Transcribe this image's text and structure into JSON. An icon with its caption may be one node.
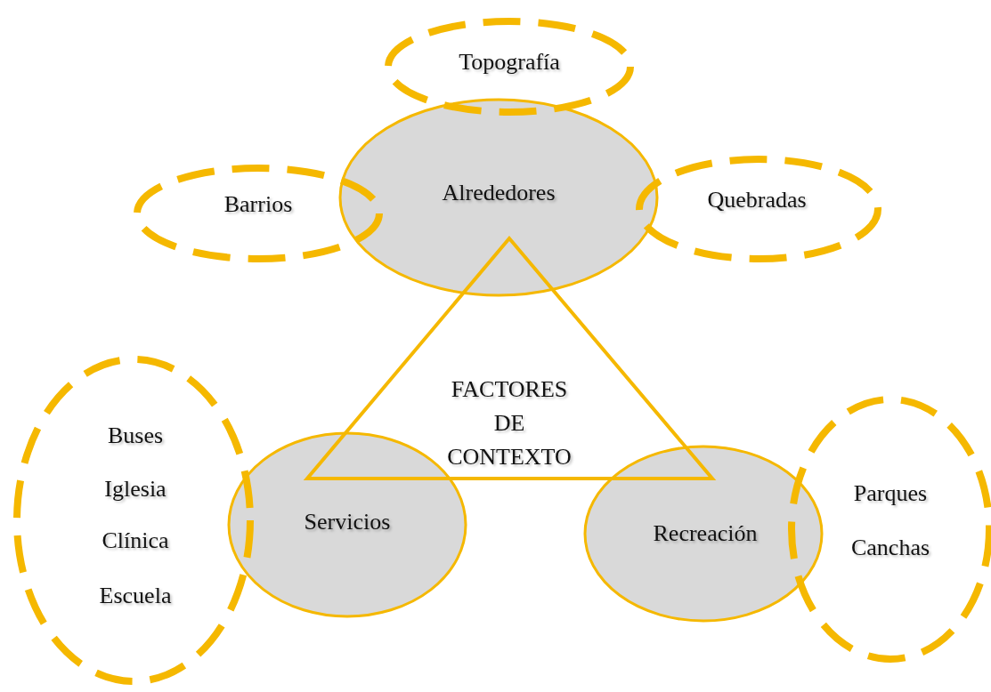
{
  "diagram": {
    "nodes": [
      {
        "text": [
          "Topografía"
        ]
      },
      {
        "text": [
          "Barrios"
        ]
      },
      {
        "text": [
          "Alrededores"
        ]
      },
      {
        "text": [
          "Quebradas"
        ]
      },
      {
        "text": [
          "FACTORES DE CONTEXTO"
        ]
      },
      {
        "text": [
          "Buses",
          "Iglesia",
          "Clínica",
          "Escuela"
        ]
      },
      {
        "text": [
          "Servicios"
        ]
      },
      {
        "text": [
          "Recreación"
        ]
      },
      {
        "text": [
          "Parques",
          "Canchas"
        ]
      }
    ]
  }
}
